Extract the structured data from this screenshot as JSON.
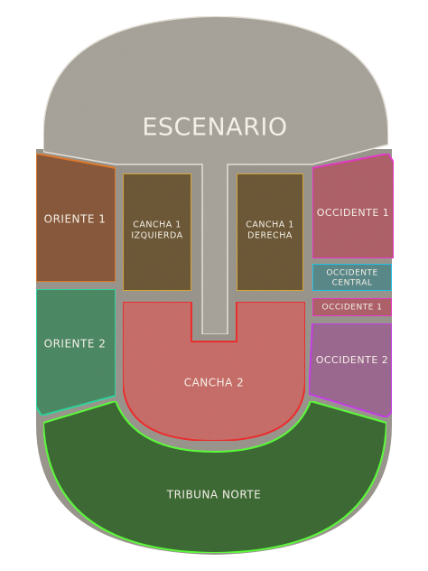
{
  "map": {
    "sections": {
      "escenario": {
        "label": "ESCENARIO",
        "color": "#a9a59c"
      },
      "oriente_1": {
        "label": "ORIENTE 1",
        "color": "#8a5a3c",
        "border": "#e07a2a"
      },
      "oriente_2": {
        "label": "ORIENTE 2",
        "color": "#4e8a66",
        "border": "#2fd6a0"
      },
      "cancha_1_izquierda": {
        "label_line1": "CANCHA 1",
        "label_line2": "IZQUIERDA",
        "color": "#6e5a38",
        "border": "#d9a838"
      },
      "cancha_1_derecha": {
        "label_line1": "CANCHA 1",
        "label_line2": "DERECHA",
        "color": "#6e5a38",
        "border": "#d9a838"
      },
      "cancha_2": {
        "label": "CANCHA 2",
        "color": "#c96f6a",
        "border": "#ee2f2f"
      },
      "occidente_1_upper": {
        "label": "OCCIDENTE 1",
        "color": "#b0626a",
        "border": "#e838c8"
      },
      "occidente_central": {
        "label_line1": "OCCIDENTE",
        "label_line2": "CENTRAL",
        "color": "#5b8a8a",
        "border": "#22c4e8"
      },
      "occidente_1_lower": {
        "label": "OCCIDENTE 1",
        "color": "#b0626a",
        "border": "#e838c8"
      },
      "occidente_2": {
        "label": "OCCIDENTE 2",
        "color": "#9d6a92",
        "border": "#c83ee8"
      },
      "tribuna_norte": {
        "label": "TRIBUNA NORTE",
        "color": "#3f6b36",
        "border": "#5cff3a"
      }
    },
    "floor_color": "#9b978f"
  }
}
